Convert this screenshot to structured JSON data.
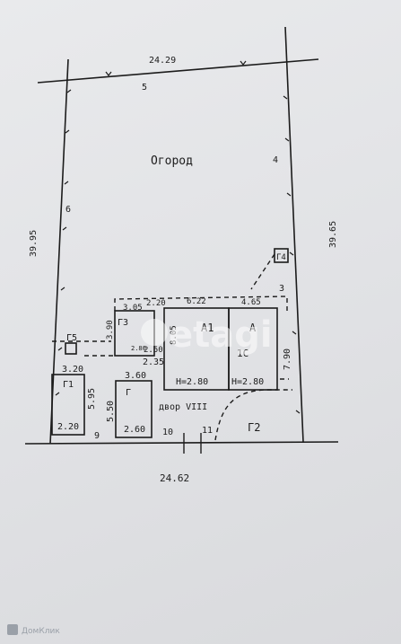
{
  "plan": {
    "label_garden": "Огород",
    "label_yard": "двор VIII",
    "boundary": {
      "top_length": "24.29",
      "bottom_length": "24.62",
      "left_length": "39.95",
      "right_length": "39.65",
      "right_segment": "7.90",
      "top_segment_no": "5",
      "right_segment_no": "4",
      "left_segment_no": "6",
      "right_lower_no": "3",
      "bottom_no_9": "9",
      "bottom_no_10": "10",
      "bottom_no_11": "11"
    },
    "buildings": {
      "g5": "Г5",
      "g1": "Г1",
      "g1_top": "3.20",
      "g1_side": "5.95",
      "g1_bottom": "2.20",
      "g": "Г",
      "g_top": "3.60",
      "g_side": "5.50",
      "g_bottom": "2.60",
      "g3": "Г3",
      "g3_side": "3.90",
      "g3_top": "3.05",
      "g3_inner": "2.80",
      "g3_width": "2.50",
      "g3_bottom": "2.35",
      "main_top": "2.20",
      "a1_top": "6.22",
      "a_top": "4.65",
      "a1": "А1",
      "a": "А",
      "a_sub": "1С",
      "main_side": "8.05",
      "h_a1": "Н=2.80",
      "h_a": "Н=2.80",
      "g4": "Г4",
      "g2": "Г2"
    },
    "watermark": "etagi",
    "corner_brand": "ДомКлик"
  }
}
